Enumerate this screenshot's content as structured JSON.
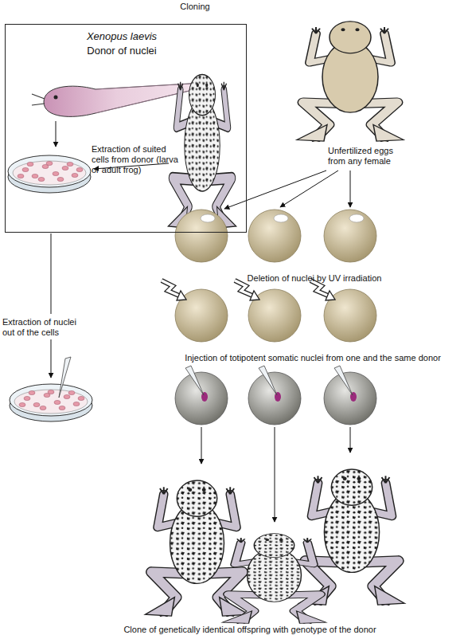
{
  "diagram": {
    "title": "Cloning",
    "nodes": [
      {
        "text": [
          "Xenopus laevis",
          "Donor of nuclei",
          "Extraction of suited cells from donor (larva or adult frog)"
        ]
      }
    ],
    "labels": [
      "Unfertilized eggs from any female",
      "Deletion of nuclei by UV irradiation",
      "Extraction of nuclei out of the cells",
      "Injection of totipotent somatic nuclei from one and the same donor",
      "Clone of genetically identical offspring with genotype of the donor"
    ]
  }
}
